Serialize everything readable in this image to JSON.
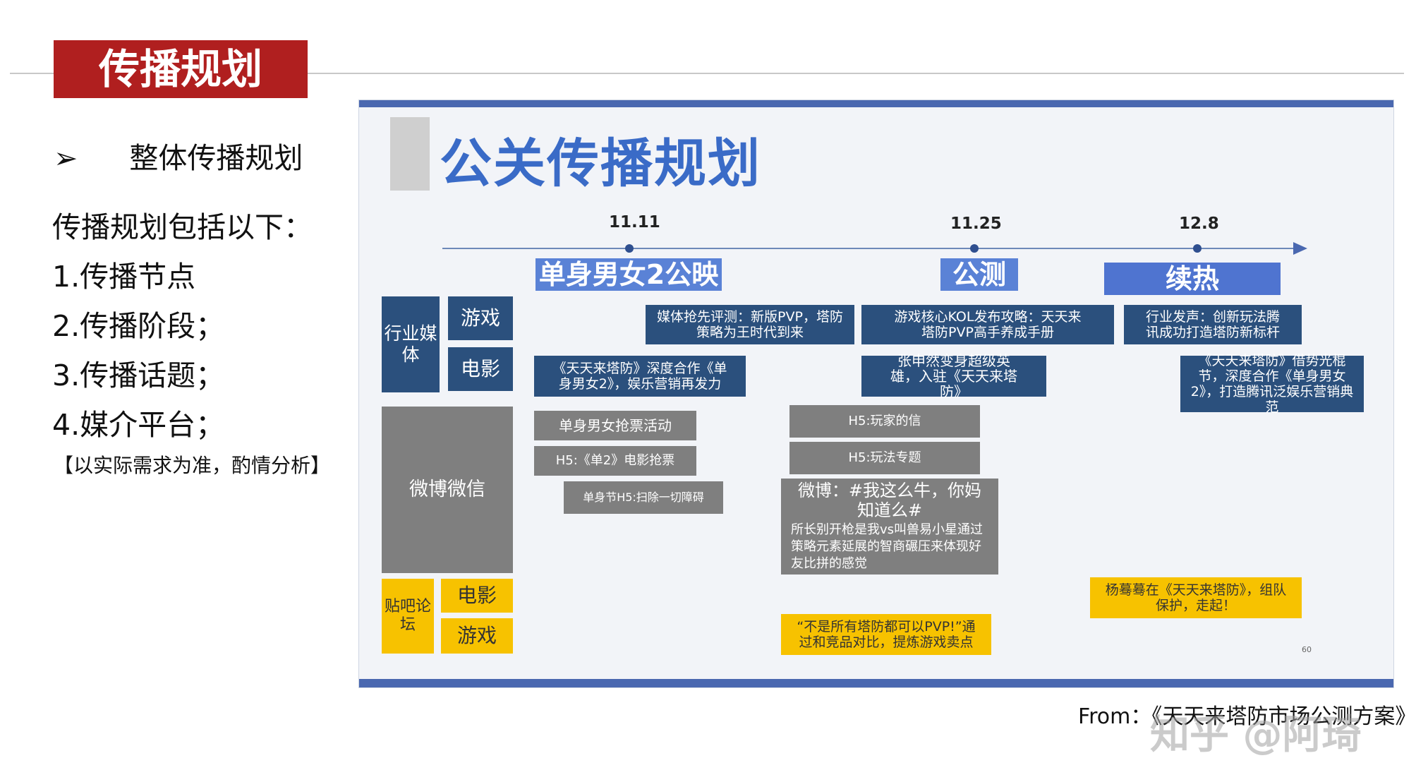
{
  "page": {
    "title": "传播规划",
    "bullet_marker": "➢",
    "section_heading": "整体传播规划",
    "intro": "传播规划包括以下：",
    "items": [
      "1.传播节点",
      "2.传播阶段；",
      "3.传播话题；",
      "4.媒介平台；"
    ],
    "note": "【以实际需求为准，酌情分析】",
    "source": "From：《天天来塔防市场公测方案》",
    "watermark": "知乎 @阿琦"
  },
  "slide": {
    "title": "公关传播规划",
    "page_number": "60",
    "dates": [
      "11.11",
      "11.25",
      "12.8"
    ],
    "phases": [
      "单身男女2公映",
      "公测",
      "续热"
    ],
    "channels": {
      "industry_media": "行业媒体",
      "game": "游戏",
      "movie": "电影",
      "weibo_wechat": "微博微信",
      "tieba_forum": "贴吧论坛",
      "forum_movie": "电影",
      "forum_game": "游戏"
    },
    "boxes": {
      "media_review": "媒体抢先评测：新版PVP，塔防策略为王时代到来",
      "kol_guide": "游戏核心KOL发布攻略：天天来塔防PVP高手养成手册",
      "industry_voice": "行业发声：创新玩法腾讯成功打造塔防新标杆",
      "deep_coop": "《天天来塔防》深度合作《单身男女2》，娱乐营销再发力",
      "zhang_hero": "张申然变身超级英雄，入驻《天天来塔防》",
      "borrow_momentum": "《天天来塔防》借势光棍节，深度合作《单身男女2》，打造腾讯泛娱乐营销典范",
      "ticket_activity": "单身男女抢票活动",
      "h5_ticket": "H5:《单2》电影抢票",
      "h5_singles": "单身节H5:扫除一切障碍",
      "h5_letter": "H5:玩家的信",
      "h5_gameplay": "H5:玩法专题",
      "weibo_head": "微博：#我这么牛，你妈知道么#",
      "weibo_body": "所长别开枪是我vs叫兽易小星通过策略元素延展的智商碾压来体现好友比拼的感觉",
      "pvp_compare": "“不是所有塔防都可以PVP!”通过和竞品对比，提炼游戏卖点",
      "yang_mi": "杨蓦蓦在《天天来塔防》，组队保护，走起！"
    }
  },
  "colors": {
    "title_red": "#b01f1f",
    "slide_blue": "#3a6bc7",
    "navy": "#2b507d",
    "grey": "#7f7f7f",
    "yellow": "#f7c200"
  }
}
